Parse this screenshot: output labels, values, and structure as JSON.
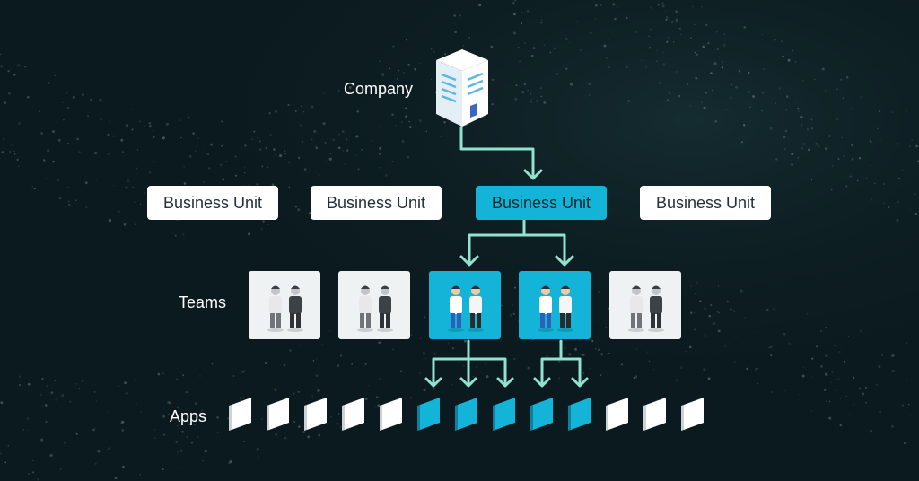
{
  "labels": {
    "company": "Company",
    "teams": "Teams",
    "apps": "Apps"
  },
  "business_units": [
    {
      "label": "Business Unit",
      "active": false
    },
    {
      "label": "Business Unit",
      "active": false
    },
    {
      "label": "Business Unit",
      "active": true
    },
    {
      "label": "Business Unit",
      "active": false
    }
  ],
  "teams": [
    {
      "active": false
    },
    {
      "active": false
    },
    {
      "active": true
    },
    {
      "active": true
    },
    {
      "active": false
    }
  ],
  "apps": [
    {
      "active": false
    },
    {
      "active": false
    },
    {
      "active": false
    },
    {
      "active": false
    },
    {
      "active": false
    },
    {
      "active": true
    },
    {
      "active": true
    },
    {
      "active": true
    },
    {
      "active": true
    },
    {
      "active": true
    },
    {
      "active": false
    },
    {
      "active": false
    },
    {
      "active": false
    }
  ],
  "colors": {
    "background": "#0b1a1e",
    "accent": "#14b4d8",
    "connector": "#8fe3cf",
    "box": "#ffffff"
  },
  "icons": {
    "company": "office-building-icon",
    "team": "people-group-icon",
    "app": "app-tile-icon"
  }
}
